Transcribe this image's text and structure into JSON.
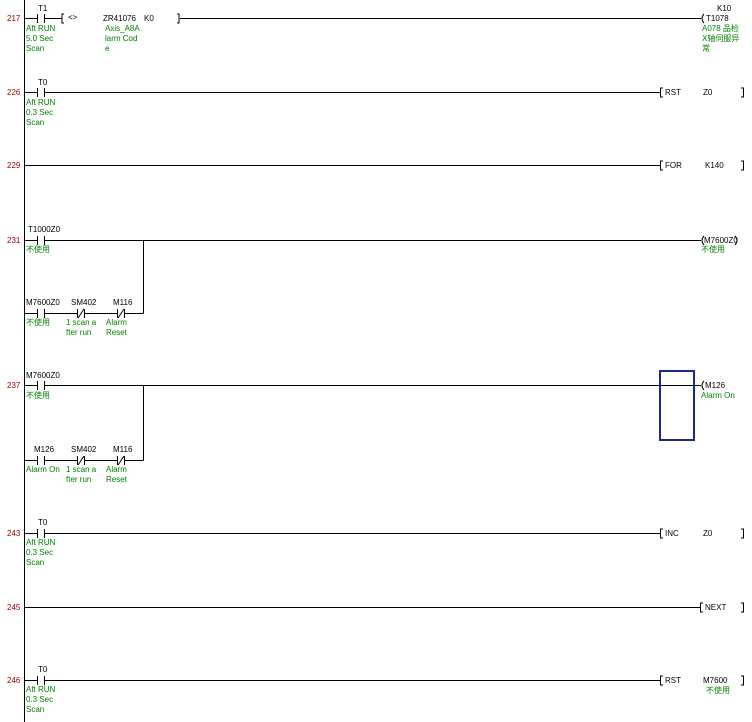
{
  "steps": [
    {
      "number": "217",
      "contacts": [
        {
          "device": "T1",
          "comment": "Aft RUN\n5.0 Sec\nScan"
        },
        {
          "compare_op": "<>",
          "operand1": "ZR41076",
          "operand1_comment": "Axis_A8A\nlarm Cod\ne",
          "operand2": "K0"
        }
      ],
      "coil": {
        "device": "T1078",
        "setting": "K10",
        "comment": "A078 品检\nX轴伺服异\n常"
      }
    },
    {
      "number": "226",
      "contacts": [
        {
          "device": "T0",
          "comment": "Aft RUN\n0.3 Sec\nScan"
        }
      ],
      "instruction": {
        "name": "RST",
        "operand": "Z0"
      }
    },
    {
      "number": "229",
      "instruction": {
        "name": "FOR",
        "operand": "K140"
      }
    },
    {
      "number": "231",
      "contacts": [
        {
          "device": "T1000Z0",
          "comment": "不使用"
        },
        {
          "device": "M7600Z0",
          "comment": "不使用"
        },
        {
          "device": "SM402",
          "comment": "1 scan a\nfter run"
        },
        {
          "device": "M116",
          "comment": "Alarm\nReset"
        }
      ],
      "coil": {
        "device": "M7600Z0",
        "comment": "不使用"
      }
    },
    {
      "number": "237",
      "contacts": [
        {
          "device": "M7600Z0",
          "comment": "不使用"
        },
        {
          "device": "M126",
          "comment": "Alarm On"
        },
        {
          "device": "SM402",
          "comment": "1 scan a\nfter run"
        },
        {
          "device": "M116",
          "comment": "Alarm\nReset"
        }
      ],
      "coil": {
        "device": "M126",
        "comment": "Alarm On"
      }
    },
    {
      "number": "243",
      "contacts": [
        {
          "device": "T0",
          "comment": "Aft RUN\n0.3 Sec\nScan"
        }
      ],
      "instruction": {
        "name": "INC",
        "operand": "Z0"
      }
    },
    {
      "number": "245",
      "instruction": {
        "name": "NEXT"
      }
    },
    {
      "number": "246",
      "contacts": [
        {
          "device": "T0",
          "comment": "Aft RUN\n0.3 Sec\nScan"
        }
      ],
      "instruction": {
        "name": "RST",
        "operand": "M7600",
        "operand_comment": "不使用"
      }
    }
  ],
  "colors": {
    "rung": "#000000",
    "comment": "#008000",
    "step_number": "#8b0000",
    "cursor": "#1a2a8c"
  }
}
